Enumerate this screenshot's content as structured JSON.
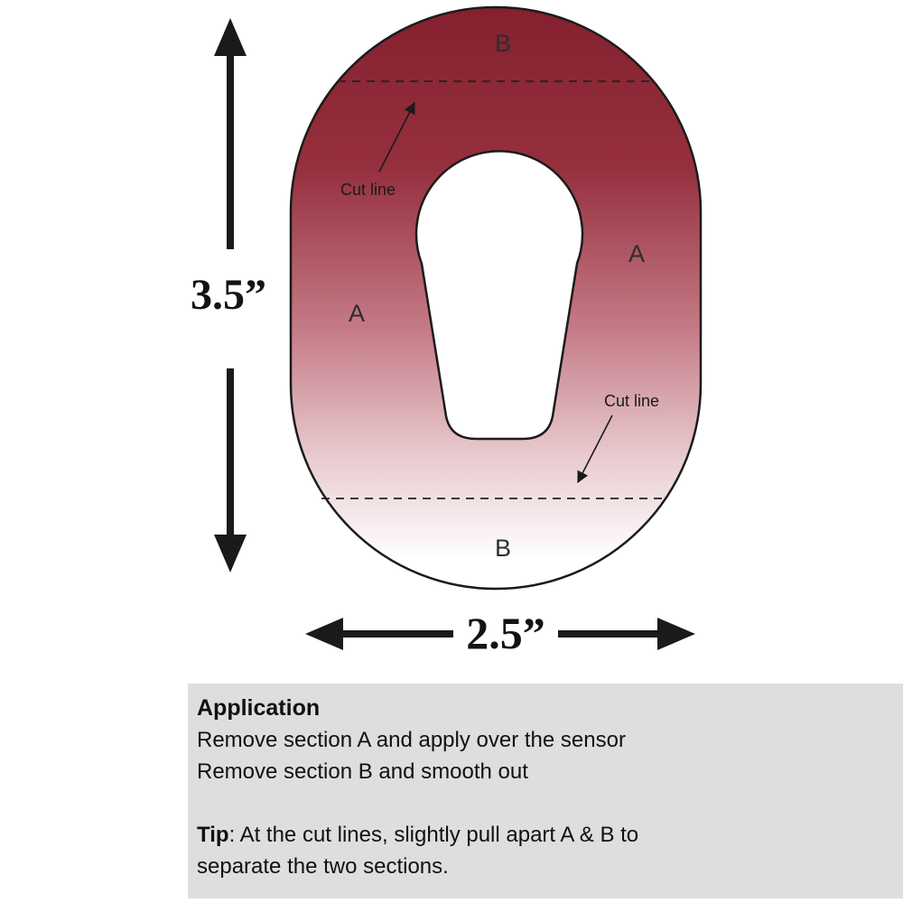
{
  "diagram": {
    "label_top_b": "B",
    "label_bottom_b": "B",
    "label_left_a": "A",
    "label_right_a": "A",
    "cut_line_top_label": "Cut line",
    "cut_line_bottom_label": "Cut line",
    "height_dimension": "3.5”",
    "width_dimension": "2.5”",
    "colors": {
      "gradient_top": "#85202e",
      "gradient_bottom": "#ffffff",
      "outline": "#1b1b1b",
      "arrow": "#1a1a1a"
    }
  },
  "instructions": {
    "title": "Application",
    "line1": "Remove section A and apply over the sensor",
    "line2": "Remove section B and smooth out",
    "tip_label": "Tip",
    "tip_rest": ": At the cut lines, slightly pull apart A & B to separate the two sections.",
    "panel_background": "#dedede"
  }
}
